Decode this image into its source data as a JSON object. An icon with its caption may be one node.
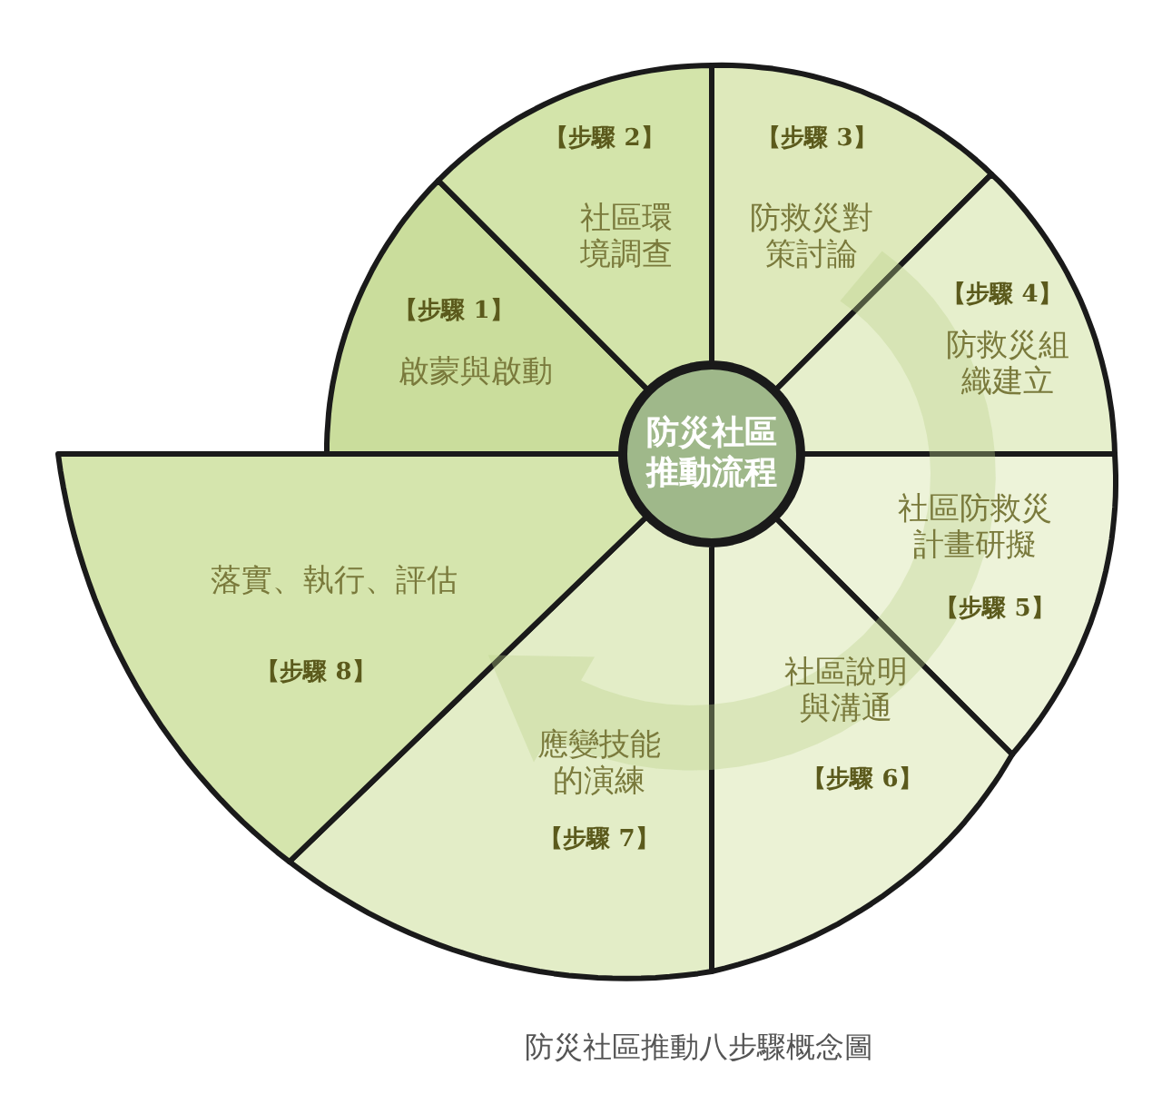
{
  "diagram": {
    "caption": "防災社區推動八步驟概念圖",
    "nodes": [
      {
        "text": [
          "防災社區推動流程"
        ]
      },
      {
        "text": [
          "【步驟 1】",
          "啟蒙與啟動"
        ]
      },
      {
        "text": [
          "【步驟 2】",
          "社區環境調查"
        ]
      },
      {
        "text": [
          "【步驟 3】",
          "防救災對策討論"
        ]
      },
      {
        "text": [
          "【步驟 4】",
          "防救災組織建立"
        ]
      },
      {
        "text": [
          "社區防救災計畫研擬",
          "【步驟 5】"
        ]
      },
      {
        "text": [
          "社區說明與溝通",
          "【步驟 6】"
        ]
      },
      {
        "text": [
          "應變技能的演練",
          "【步驟 7】"
        ]
      },
      {
        "text": [
          "落實、執行、評估",
          "【步驟 8】"
        ]
      }
    ],
    "edges": []
  }
}
